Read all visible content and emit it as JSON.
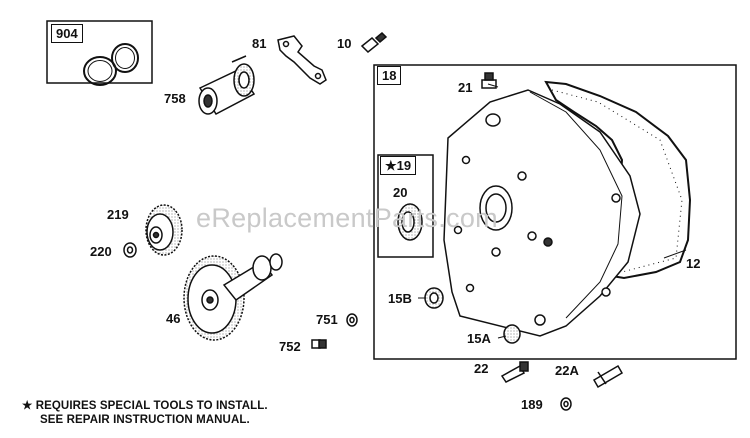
{
  "watermark": "eReplacementParts.com",
  "labels": {
    "p904": "904",
    "p81": "81",
    "p10": "10",
    "p758": "758",
    "p18": "18",
    "p21": "21",
    "p19": "★19",
    "p20": "20",
    "p219": "219",
    "p220": "220",
    "p46": "46",
    "p12": "12",
    "p15B": "15B",
    "p15A": "15A",
    "p751": "751",
    "p752": "752",
    "p22": "22",
    "p22A": "22A",
    "p189": "189"
  },
  "note": {
    "line1": "★ REQUIRES SPECIAL TOOLS TO INSTALL.",
    "line2": "SEE REPAIR INSTRUCTION MANUAL."
  }
}
